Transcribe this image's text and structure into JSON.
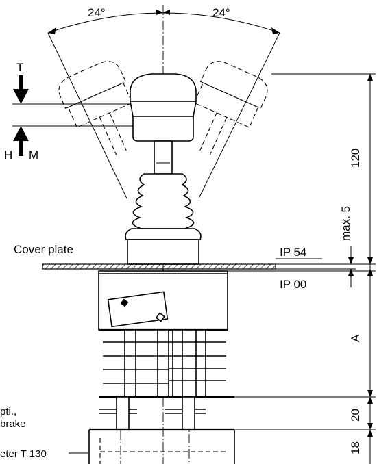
{
  "angles": {
    "left": "24°",
    "right": "24°"
  },
  "direction_labels": {
    "top": "T",
    "bottom_left": "H",
    "bottom_right": "M"
  },
  "part_labels": {
    "cover_plate": "Cover plate",
    "ip54": "IP 54",
    "ip00": "IP 00",
    "opti_line1": "pti.,",
    "opti_line2": "brake",
    "meter": "eter T 130"
  },
  "dimensions": {
    "height_top": "120",
    "max": "max. 5",
    "a": "A",
    "d20": "20",
    "d18": "18"
  }
}
